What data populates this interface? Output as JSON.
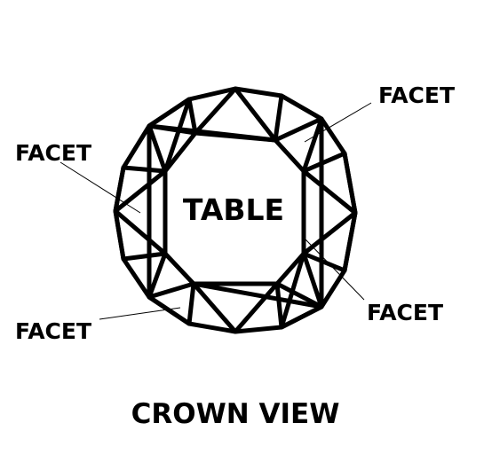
{
  "diagram": {
    "center_label": "TABLE",
    "caption": "CROWN VIEW",
    "callouts": [
      {
        "label": "FACET"
      },
      {
        "label": "FACET"
      },
      {
        "label": "FACET"
      },
      {
        "label": "FACET"
      }
    ]
  }
}
